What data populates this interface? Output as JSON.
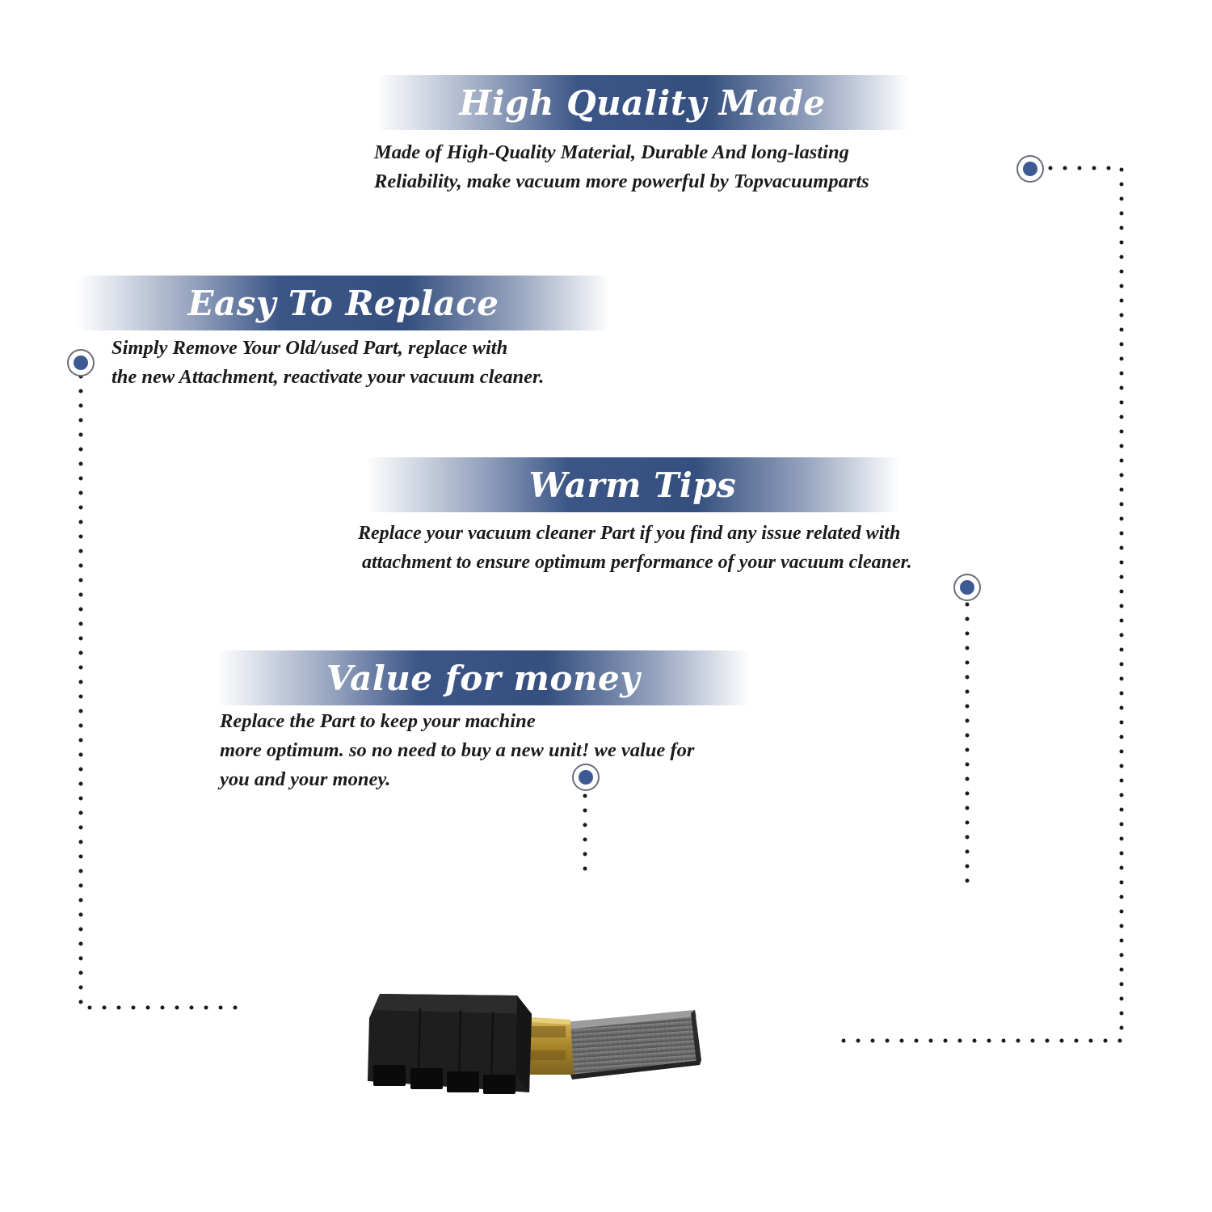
{
  "sections": {
    "quality": {
      "title": "High Quality Made",
      "lines": [
        "Made of  High-Quality Material, Durable And long-lasting",
        "Reliability, make vacuum more powerful by Topvacuumparts"
      ]
    },
    "replace": {
      "title": "Easy To Replace",
      "lines": [
        "Simply Remove Your Old/used Part, replace with",
        "the new Attachment, reactivate your vacuum cleaner."
      ]
    },
    "tips": {
      "title": "Warm Tips",
      "lines": [
        "Replace your vacuum cleaner Part if you find any issue related with",
        "attachment to ensure optimum performance of your vacuum cleaner."
      ]
    },
    "value": {
      "title": "Value for money",
      "lines": [
        "Replace the Part to keep your machine",
        "more optimum. so no need to buy a new unit! we value for",
        "you and your money."
      ]
    }
  },
  "colors": {
    "banner": "#3b5587",
    "marker": "#3d5a94",
    "text": "#1b1b1b",
    "brush_holder": "#1e1e1e",
    "brass": "#b8932f",
    "carbon": "#6e6e6e"
  },
  "product_image": "vacuum-motor-carbon-brush"
}
